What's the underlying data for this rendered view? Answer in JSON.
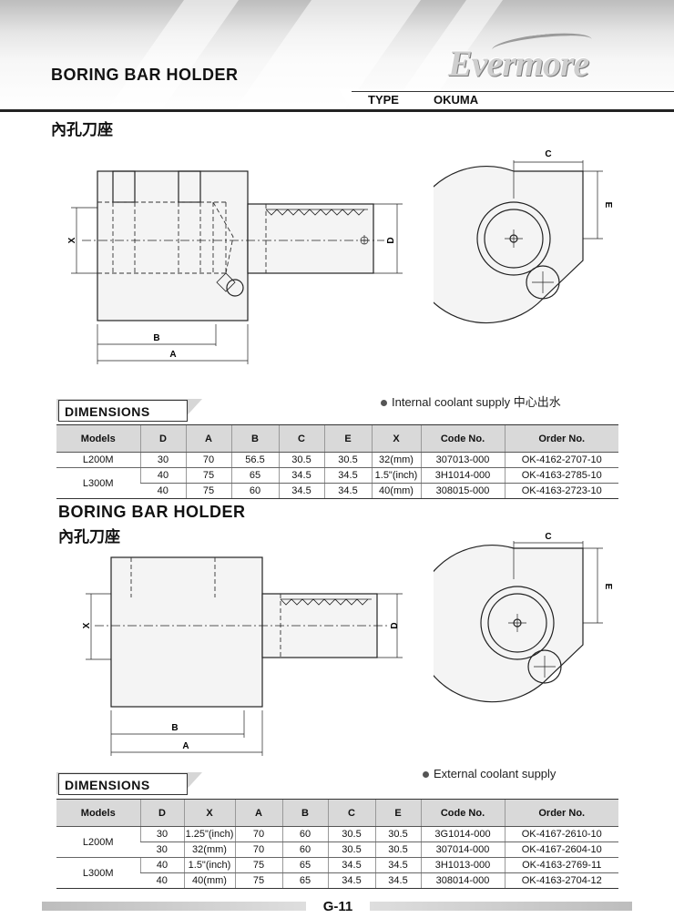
{
  "header": {
    "title": "BORING BAR HOLDER",
    "brand": "Evermore",
    "type_label": "TYPE",
    "type_value": "OKUMA"
  },
  "section1": {
    "cn_title": "內孔刀座",
    "dimensions_label": "DIMENSIONS",
    "note": "Internal coolant supply 中心出水",
    "drawing_labels": {
      "X": "X",
      "D": "D",
      "B": "B",
      "A": "A",
      "C": "C",
      "E": "E"
    },
    "table": {
      "headers": [
        "Models",
        "D",
        "A",
        "B",
        "C",
        "E",
        "X",
        "Code No.",
        "Order No."
      ],
      "rows": [
        [
          "L200M",
          "30",
          "70",
          "56.5",
          "30.5",
          "30.5",
          "32(mm)",
          "307013-000",
          "OK-4162-2707-10"
        ],
        [
          "L300M",
          "40",
          "75",
          "65",
          "34.5",
          "34.5",
          "1.5\"(inch)",
          "3H1014-000",
          "OK-4163-2785-10"
        ],
        [
          "",
          "40",
          "75",
          "60",
          "34.5",
          "34.5",
          "40(mm)",
          "308015-000",
          "OK-4163-2723-10"
        ]
      ]
    }
  },
  "section2": {
    "title": "BORING BAR HOLDER",
    "cn_title": "內孔刀座",
    "dimensions_label": "DIMENSIONS",
    "note": "External coolant supply",
    "drawing_labels": {
      "X": "X",
      "D": "D",
      "B": "B",
      "A": "A",
      "C": "C",
      "E": "E"
    },
    "table": {
      "headers": [
        "Models",
        "D",
        "X",
        "A",
        "B",
        "C",
        "E",
        "Code No.",
        "Order No."
      ],
      "rows": [
        [
          "L200M",
          "30",
          "1.25\"(inch)",
          "70",
          "60",
          "30.5",
          "30.5",
          "3G1014-000",
          "OK-4167-2610-10"
        ],
        [
          "",
          "30",
          "32(mm)",
          "70",
          "60",
          "30.5",
          "30.5",
          "307014-000",
          "OK-4167-2604-10"
        ],
        [
          "L300M",
          "40",
          "1.5\"(inch)",
          "75",
          "65",
          "34.5",
          "34.5",
          "3H1013-000",
          "OK-4163-2769-11"
        ],
        [
          "",
          "40",
          "40(mm)",
          "75",
          "65",
          "34.5",
          "34.5",
          "308014-000",
          "OK-4163-2704-12"
        ]
      ]
    }
  },
  "footer": {
    "page_number": "G-11"
  }
}
